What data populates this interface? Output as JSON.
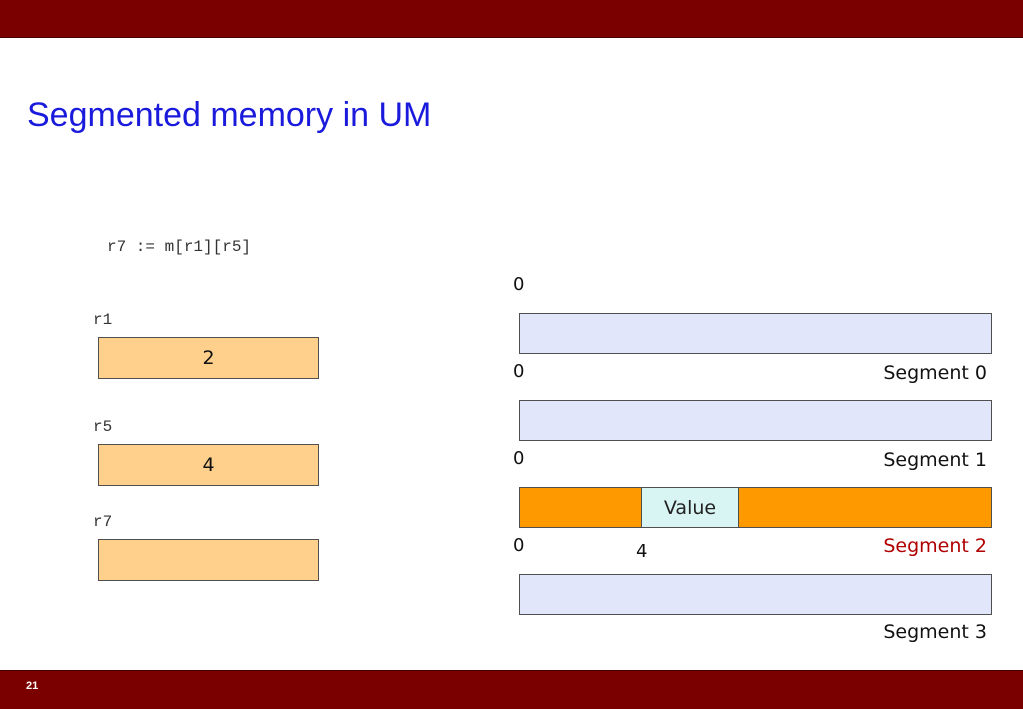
{
  "slide": {
    "title": "Segmented memory in UM",
    "number": "21"
  },
  "instruction": "r7 := m[r1][r5]",
  "registers": [
    {
      "name": "r1",
      "value": "2"
    },
    {
      "name": "r5",
      "value": "4"
    },
    {
      "name": "r7",
      "value": ""
    }
  ],
  "memory": {
    "top_offset": "0",
    "segment_offsets": [
      "0",
      "0",
      "0"
    ],
    "segments": [
      {
        "label": "Segment 0"
      },
      {
        "label": "Segment 1"
      },
      {
        "label": "Segment 2"
      },
      {
        "label": "Segment 3"
      }
    ],
    "value_cell": {
      "label": "Value",
      "offset": "4"
    }
  },
  "colors": {
    "bar": "#7a0000",
    "title": "#1a1adc",
    "register_fill": "#ffd08c",
    "segment_fill": "#e2e6fa",
    "active_segment_fill": "#ff9900",
    "value_fill": "#d9f5f3",
    "highlight_label": "#b00000"
  }
}
